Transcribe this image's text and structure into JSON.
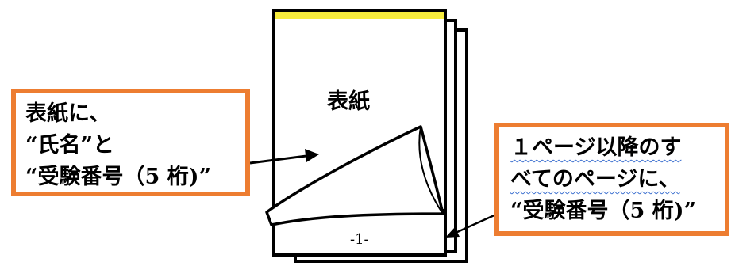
{
  "cover": {
    "title": "表紙",
    "page_number": "-1-",
    "tab_color": "#f7ec3c"
  },
  "callout_left": {
    "lines": [
      "表紙に、",
      "“氏名”と",
      "“受験番号（5 桁)”"
    ],
    "border_color": "#ed7d31"
  },
  "callout_right": {
    "lines": [
      "１ページ以降のす",
      "べてのページに、",
      "“受験番号（5 桁)”"
    ],
    "border_color": "#ed7d31"
  }
}
